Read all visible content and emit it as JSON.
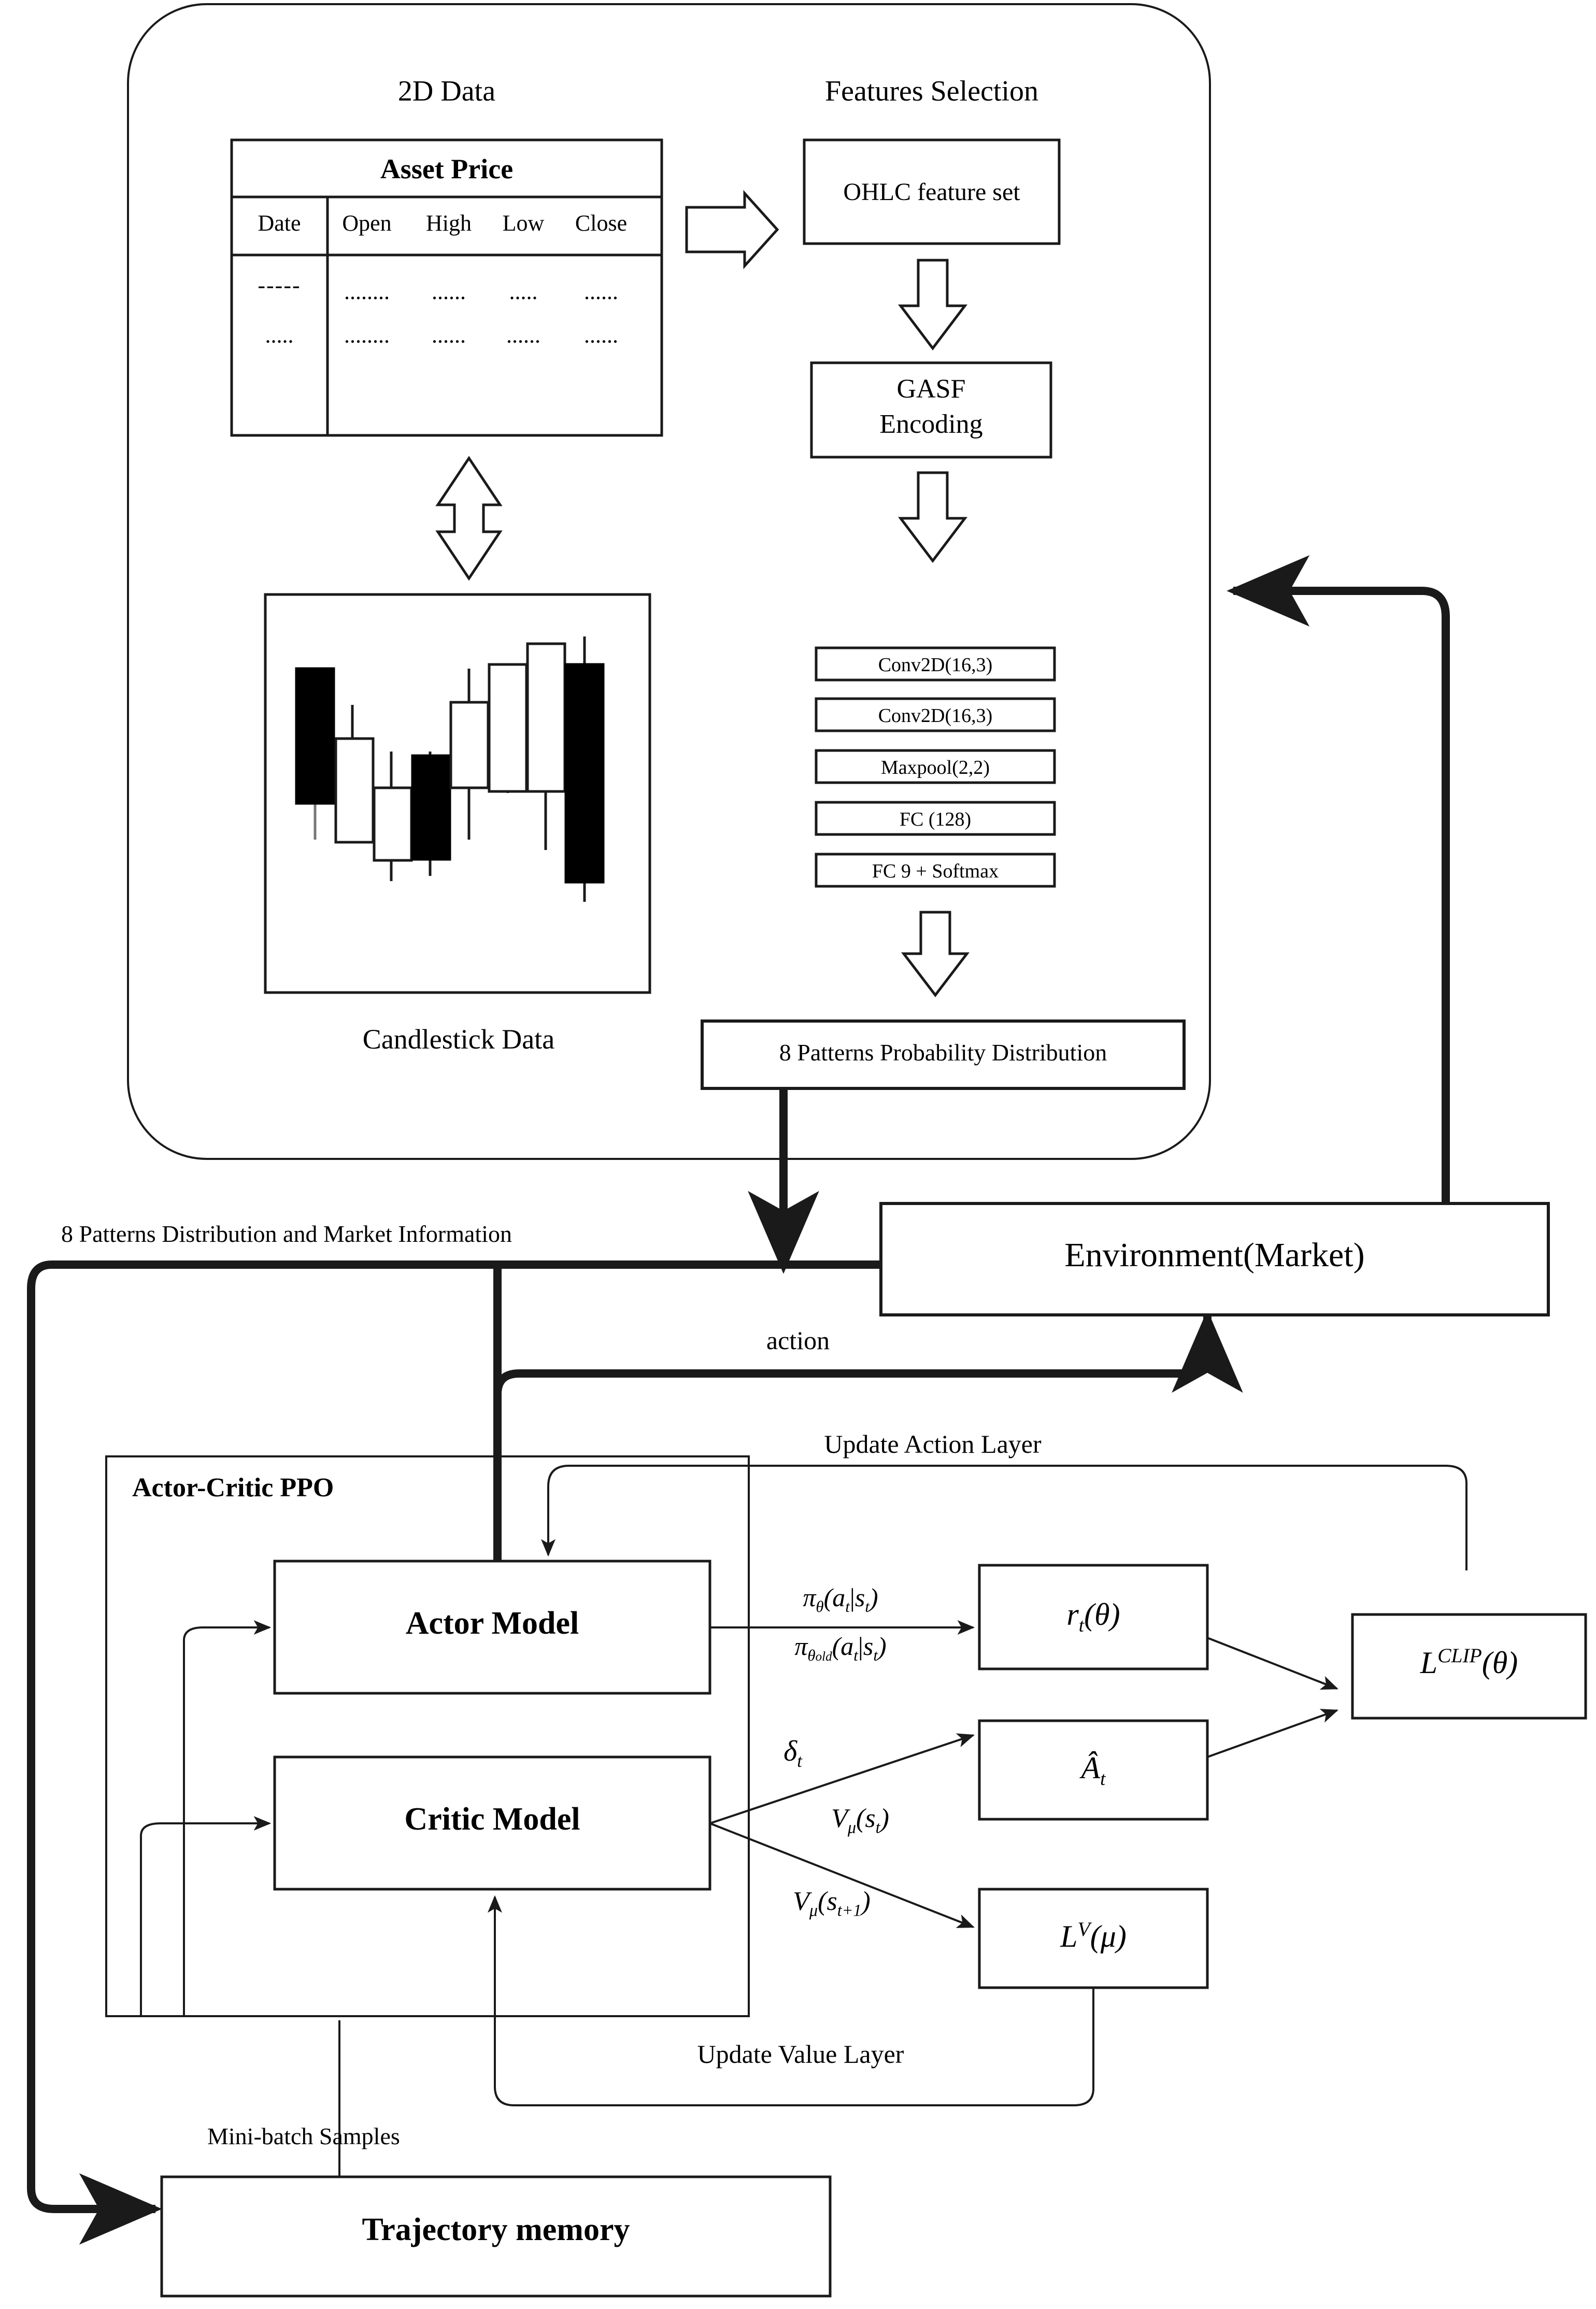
{
  "diagram": {
    "title_top_left": "2D Data",
    "title_top_right": "Features Selection"
  },
  "asset_table": {
    "caption": "Asset Price",
    "columns": [
      "Date",
      "Open",
      "High",
      "Low",
      "Close"
    ],
    "rows": [
      [
        "-----",
        "........",
        "......",
        ".....",
        "......"
      ],
      [
        ".....",
        "........",
        "......",
        "......",
        "......"
      ]
    ]
  },
  "candlestick": {
    "caption": "Candlestick Data"
  },
  "pipeline": {
    "ohlc_box": "OHLC feature set",
    "gasf_box_line1": "GASF",
    "gasf_box_line2": "Encoding",
    "cnn_layers": [
      "Conv2D(16,3)",
      "Conv2D(16,3)",
      "Maxpool(2,2)",
      "FC (128)",
      "FC 9 + Softmax"
    ],
    "output_box": "8 Patterns Probability Distribution"
  },
  "rl": {
    "environment_box": "Environment(Market)",
    "edge_patterns": "8 Patterns Distribution and Market Information",
    "edge_action": "action",
    "ppo_title": "Actor-Critic PPO",
    "actor_box": "Actor Model",
    "critic_box": "Critic Model",
    "trajectory_box": "Trajectory memory",
    "edge_minibatch": "Mini-batch Samples",
    "edge_update_action": "Update Action Layer",
    "edge_update_value": "Update Value Layer"
  },
  "math": {
    "ratio_numerator": "πθ(at|st)",
    "ratio_denominator": "πθold(at|st)",
    "delta": "δt",
    "value_st": "Vμ(st)",
    "value_st1": "Vμ(st+1)",
    "box_rt": "rt(θ)",
    "box_advantage": "Ât",
    "box_lv": "LV(μ)",
    "box_lclip": "LCLIP(θ)"
  },
  "style": {
    "line_color": "#1a1a1a",
    "fill_color": "#ffffff",
    "candle_down_fill": "#000000",
    "candle_up_fill": "#ffffff"
  }
}
